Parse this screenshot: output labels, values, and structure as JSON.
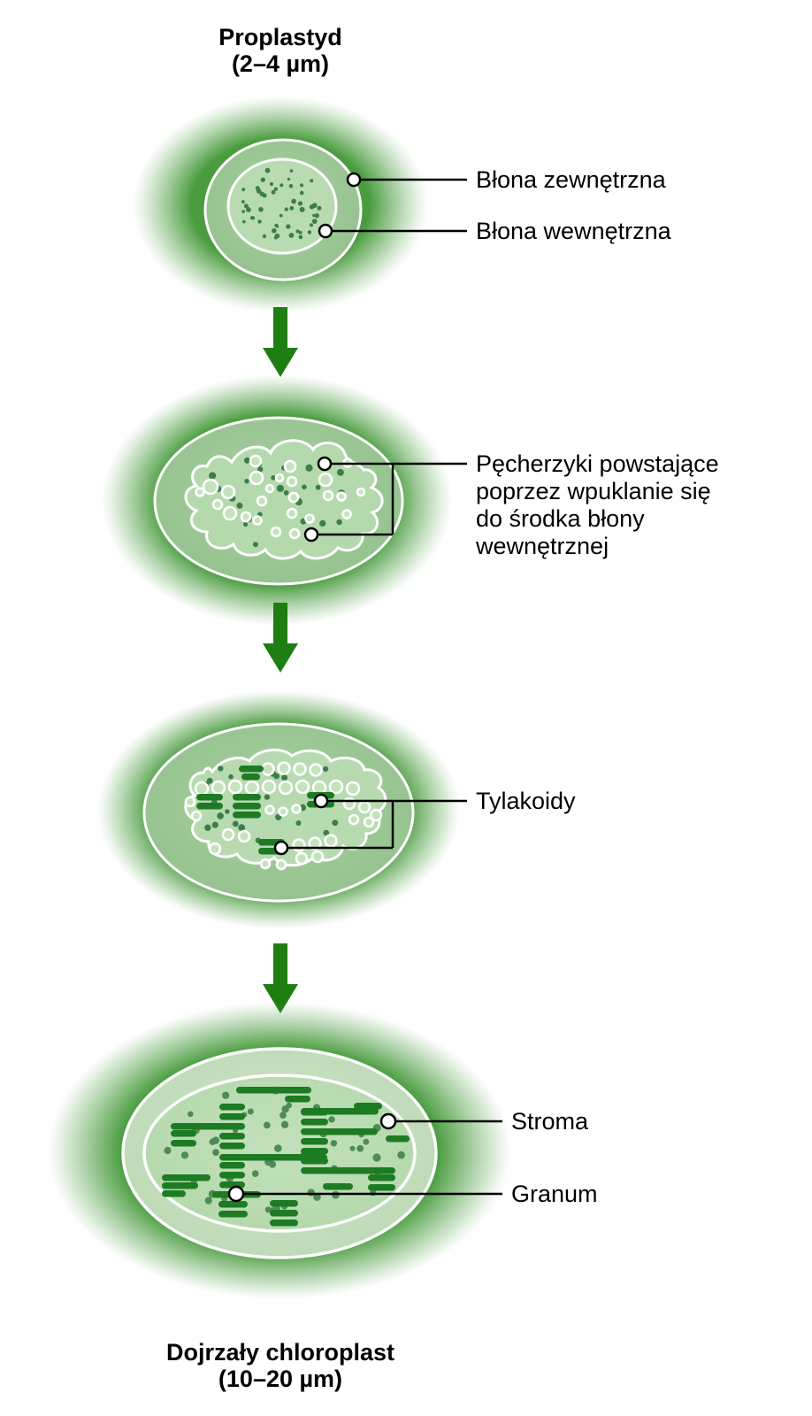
{
  "titles": {
    "top_name": "Proplastyd",
    "top_size": "(2–4 µm)",
    "bottom_name": "Dojrzały chloroplast",
    "bottom_size": "(10–20 µm)"
  },
  "labels": {
    "outer_membrane": "Błona zewnętrzna",
    "inner_membrane": "Błona wewnętrzna",
    "vesicles_line1": "Pęcherzyki powstające",
    "vesicles_line2": "poprzez wpuklanie się",
    "vesicles_line3": "do środka błony",
    "vesicles_line4": "wewnętrznej",
    "thylakoids": "Tylakoidy",
    "stroma": "Stroma",
    "granum": "Granum"
  },
  "icons": {
    "arrow_1": "arrow-down-icon",
    "arrow_2": "arrow-down-icon",
    "arrow_3": "arrow-down-icon",
    "leader_marker": "leader-dot-icon"
  },
  "colors": {
    "glow_green": "#4a9c3f",
    "cell_outer_fill": "#9cc795",
    "cell_inner_fill": "#b7dbb0",
    "vesicle_fill": "#c6e3be",
    "stage4_ring_fill": "#c5dfbe",
    "stage4_stroma_fill": "#bddeb5",
    "membrane_stroke": "#ffffff",
    "dot_dark_green": "#3e7d49",
    "stroma_dot_green": "#4e8b56",
    "thylakoid_green": "#1d7b23",
    "arrow_green": "#1f7e12",
    "leader_line_black": "#000000",
    "text_black": "#000000"
  }
}
